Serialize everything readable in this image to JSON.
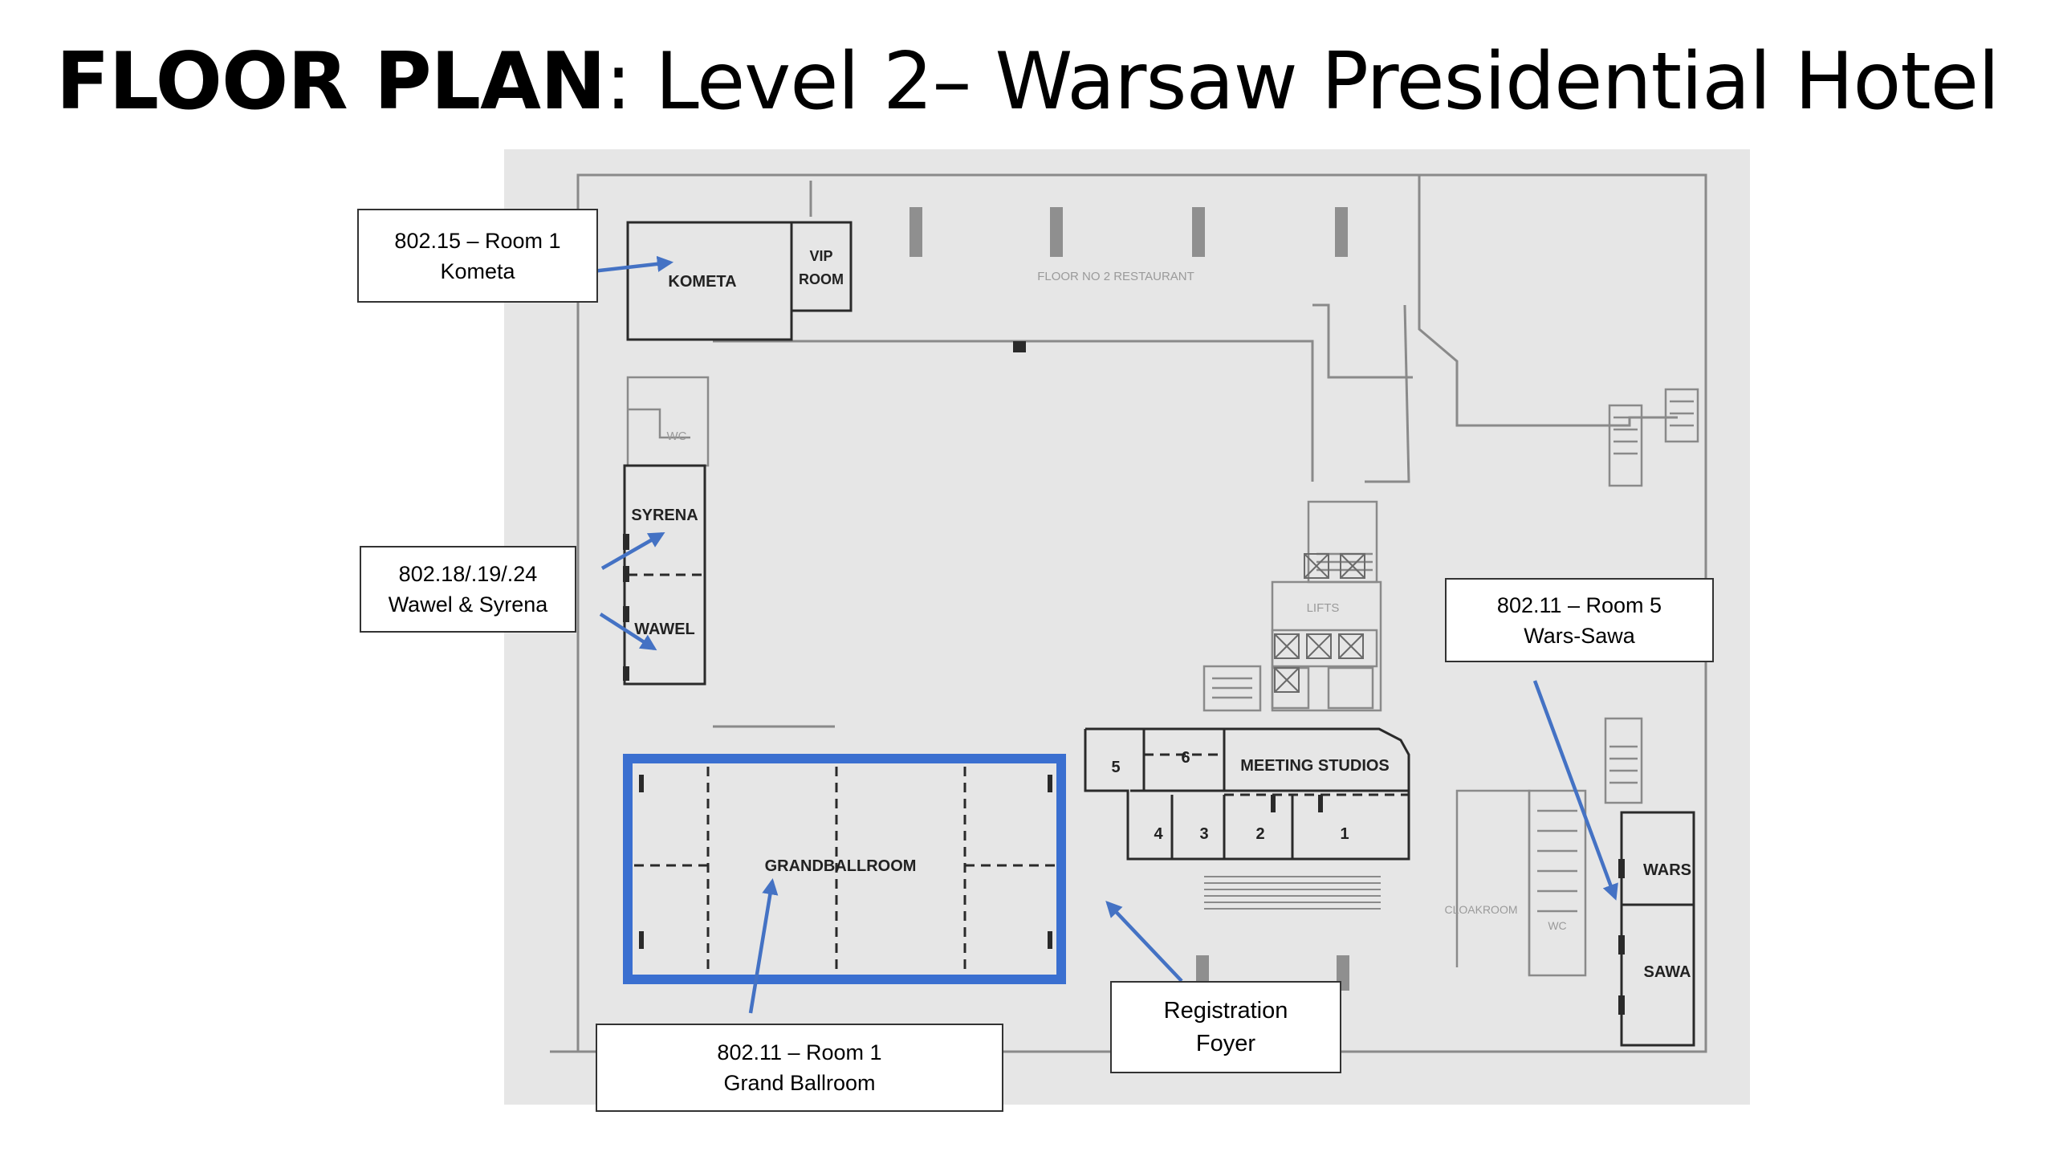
{
  "title": {
    "bold": "FLOOR PLAN",
    "rest": ": Level 2– Warsaw Presidential Hotel"
  },
  "rooms": {
    "kometa": "KOMETA",
    "vip_line1": "VIP",
    "vip_line2": "ROOM",
    "restaurant": "FLOOR NO 2 RESTAURANT",
    "wc_upper": "WC",
    "syrena": "SYRENA",
    "wawel": "WAWEL",
    "lifts": "LIFTS",
    "grand_ballroom": "GRANDBALLROOM",
    "meeting_studios": "MEETING STUDIOS",
    "studio_5": "5",
    "studio_6": "6",
    "studio_4": "4",
    "studio_3": "3",
    "studio_2": "2",
    "studio_1": "1",
    "cloakroom": "CLOAKROOM",
    "wc_lower": "WC",
    "wars": "WARS",
    "sawa": "SAWA"
  },
  "callouts": {
    "kometa": {
      "line1": "802.15 – Room 1",
      "line2": "Kometa"
    },
    "wawel_syrena": {
      "line1": "802.18/.19/.24",
      "line2": "Wawel & Syrena"
    },
    "wars_sawa": {
      "line1": "802.11 – Room 5",
      "line2": "Wars-Sawa"
    },
    "grand_ballroom": {
      "line1": "802.11 – Room 1",
      "line2": "Grand Ballroom"
    },
    "registration": {
      "line1": "Registration",
      "line2": "Foyer"
    }
  },
  "colors": {
    "highlight": "#3a6fd0",
    "arrow": "#4472c4",
    "plan_bg": "#e6e6e6",
    "wall": "#2a2a2a",
    "light_wall": "#8a8a8a"
  }
}
